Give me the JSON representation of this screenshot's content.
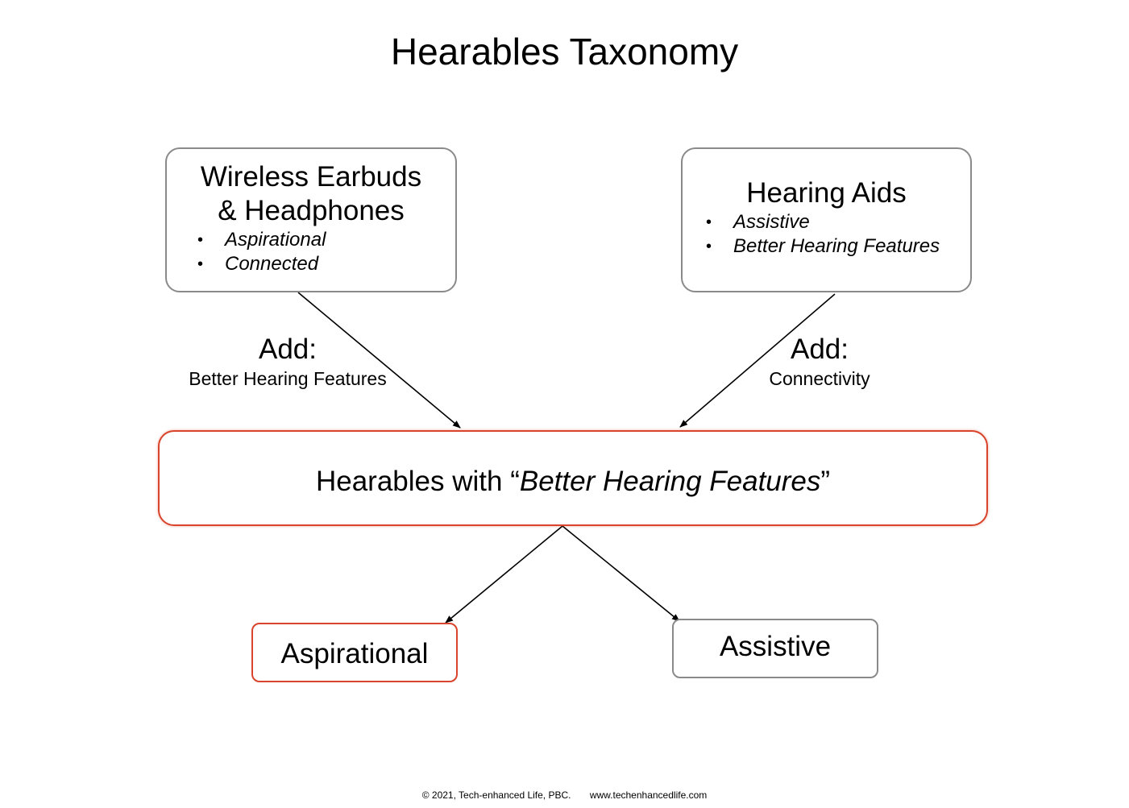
{
  "title": "Hearables Taxonomy",
  "nodes": {
    "earbuds": {
      "title_line1": "Wireless Earbuds",
      "title_line2": "& Headphones",
      "bullets": [
        "Aspirational",
        "Connected"
      ]
    },
    "hearing_aids": {
      "title": "Hearing Aids",
      "bullets": [
        "Assistive",
        "Better Hearing Features"
      ]
    },
    "hearables": {
      "prefix": "Hearables with “",
      "emphasis": "Better Hearing Features",
      "suffix": "”"
    },
    "aspirational": {
      "label": "Aspirational"
    },
    "assistive": {
      "label": "Assistive"
    }
  },
  "edges": {
    "left": {
      "heading": "Add:",
      "detail": "Better Hearing Features"
    },
    "right": {
      "heading": "Add:",
      "detail": "Connectivity"
    }
  },
  "colors": {
    "highlight_border": "#d9442c",
    "default_border": "#8a8a8a"
  },
  "footer": {
    "copyright": "© 2021, Tech-enhanced Life, PBC.",
    "website": "www.techenhancedlife.com"
  }
}
